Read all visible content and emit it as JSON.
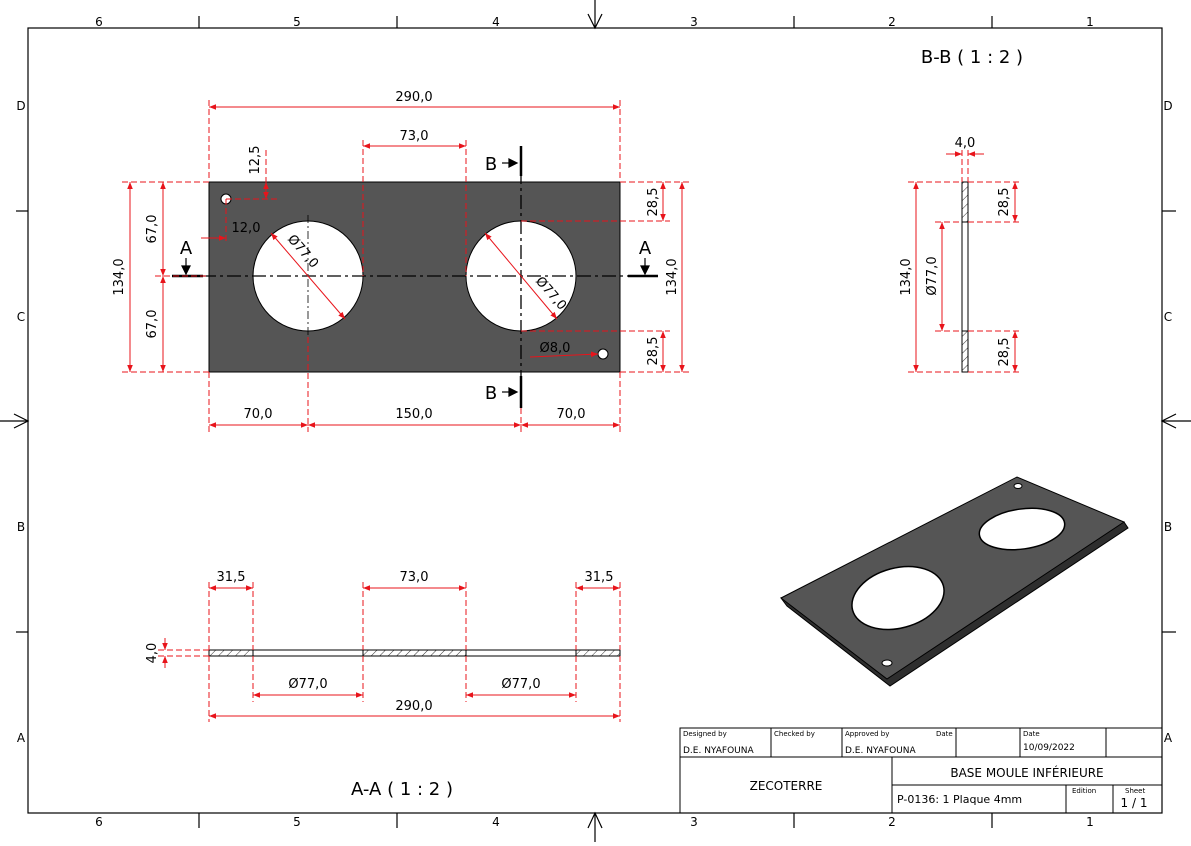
{
  "zones": {
    "columns": [
      "6",
      "5",
      "4",
      "3",
      "2",
      "1"
    ],
    "rows": [
      "D",
      "C",
      "B",
      "A"
    ]
  },
  "views": {
    "section_bb_title": "B-B ( 1 : 2 )",
    "section_aa_title": "A-A ( 1 : 2 )"
  },
  "section_markers": {
    "a": "A",
    "b": "B"
  },
  "dimensions": {
    "front_width": "290,0",
    "hole_width": "73,0",
    "hole_offset_v": "12,5",
    "hole_offset_h": "12,0",
    "half_height": "67,0",
    "height": "134,0",
    "hole_diameter": "Ø77,0",
    "edge_28_5": "28,5",
    "small_hole": "Ø8,0",
    "bottom_left": "70,0",
    "bottom_center": "150,0",
    "bottom_right": "70,0",
    "section_thickness": "4,0",
    "section_height": "134,0",
    "section_hole": "Ø77,0",
    "aa_edge": "31,5",
    "aa_hole": "73,0",
    "aa_thickness": "4,0",
    "aa_hole_dia": "Ø77,0",
    "aa_width": "290,0"
  },
  "title_block": {
    "designed_by_label": "Designed by",
    "designed_by": "D.E. NYAFOUNA",
    "checked_by_label": "Checked by",
    "approved_by_label": "Approved by",
    "approved_by": "D.E. NYAFOUNA",
    "date_label_1": "Date",
    "date_label_2": "Date",
    "date": "10/09/2022",
    "company": "ZECOTERRE",
    "title": "BASE MOULE INFÉRIEURE",
    "part": "P-0136: 1 Plaque 4mm",
    "edition_label": "Edition",
    "sheet_label": "Sheet",
    "sheet": "1 / 1"
  },
  "colors": {
    "plate": "#555555",
    "dimension": "#e8141b",
    "line": "#000000"
  }
}
